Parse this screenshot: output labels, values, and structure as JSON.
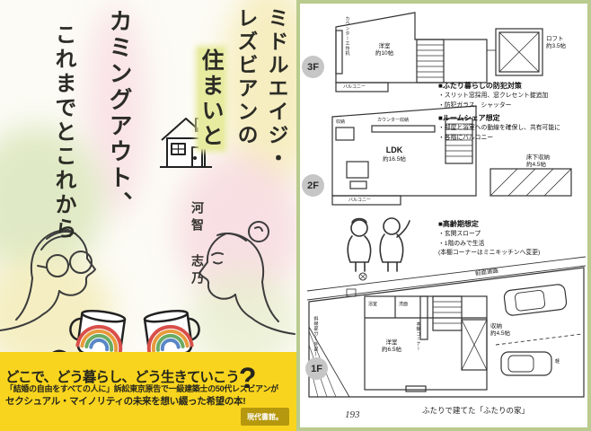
{
  "cover": {
    "title_cols": [
      "ミドルエイジ・",
      "レズビアンの",
      "住まいと",
      "カミングアウト、",
      "これまでとこれから"
    ],
    "author": "河智 志乃",
    "band": {
      "headline": "どこで、どう暮らし、どう生きていこう",
      "question": "?",
      "blurb1": "「結婚の自由をすべての人に」訴訟東京原告で一級建築士の50代レズビアンが",
      "blurb2": "セクシュアル・マイノリティの未来を想い綴った希望の本!",
      "publisher": "現代書館。"
    }
  },
  "page": {
    "badges": [
      "3F",
      "2F",
      "1F"
    ],
    "f3": {
      "counter": "カウンター工作机",
      "room": "洋室",
      "room_size": "約10帖",
      "loft": "ロフト",
      "loft_size": "約3.5帖",
      "balcony": "バルコニー"
    },
    "f2": {
      "storage": "収納",
      "counter": "カウンター収納",
      "ldk": "LDK",
      "ldk_size": "約16.5帖",
      "balcony": "バルコニー",
      "underfloor": "床下収納",
      "underfloor_size": "約4.5帖"
    },
    "f1": {
      "bath": "浴室",
      "wash": "洗面",
      "shelf": "本棚コーナー",
      "room": "洋室",
      "room_size": "約6.5帖",
      "storage": "収納",
      "storage_size": "約4.5帖",
      "road": "前面道路",
      "kei": "軽",
      "shaded": "斜線部分(外部)"
    },
    "notes": {
      "security": {
        "title": "■ふたり暮らしの防犯対策",
        "lines": [
          "・スリット窓採用、窓クレセント錠追加",
          "・防犯ガラス、シャッター"
        ]
      },
      "share": {
        "title": "■ルームシェア想定",
        "lines": [
          "・部屋と浴室への動線を確保し、共有可能に",
          "・各階にバルコニー"
        ]
      },
      "aging": {
        "title": "■高齢期想定",
        "lines": [
          "・玄関スロープ",
          "・1階のみで生活",
          "(本棚コーナーはミニキッチンへ変更)"
        ]
      }
    },
    "caption": "ふたりで建てた「ふたりの家」",
    "page_number": "193"
  }
}
